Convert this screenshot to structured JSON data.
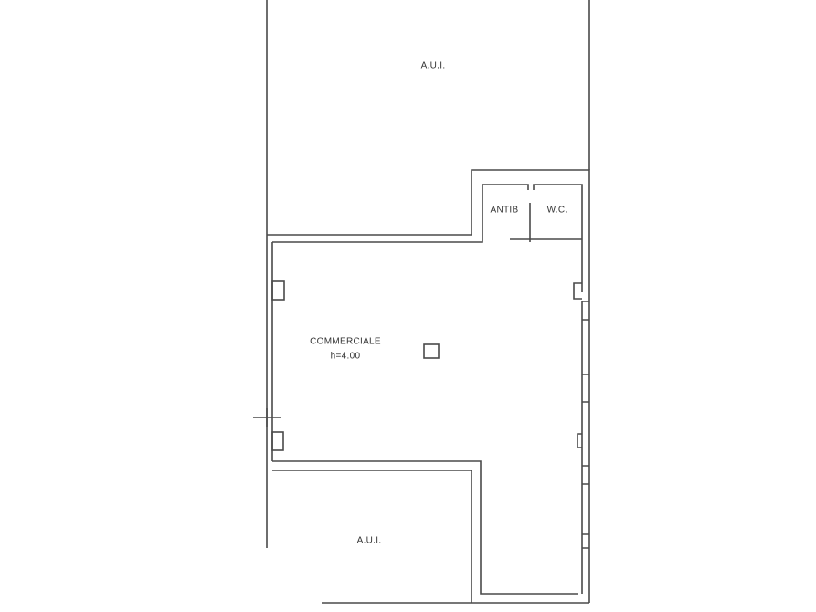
{
  "rooms": {
    "top_aui": "A.U.I.",
    "antib": "ANTIB",
    "wc": "W.C.",
    "commerciale": "COMMERCIALE",
    "commerciale_height": "h=4.00",
    "bottom_aui": "A.U.I."
  }
}
